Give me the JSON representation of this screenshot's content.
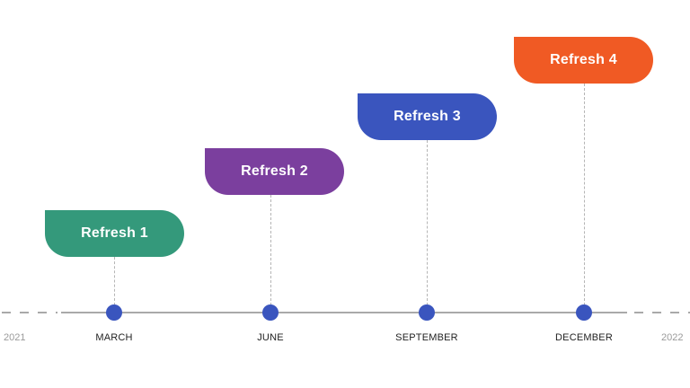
{
  "years": {
    "start": "2021",
    "end": "2022"
  },
  "milestones": [
    {
      "label": "Refresh 1",
      "month": "MARCH",
      "color": "#34997b"
    },
    {
      "label": "Refresh 2",
      "month": "JUNE",
      "color": "#7b3f9e"
    },
    {
      "label": "Refresh 3",
      "month": "SEPTEMBER",
      "color": "#3a55be"
    },
    {
      "label": "Refresh 4",
      "month": "DECEMBER",
      "color": "#f05a24"
    }
  ],
  "colors": {
    "axis": "#a9a9a9",
    "dot": "#3a55be",
    "connector": "#b5b5b5"
  }
}
